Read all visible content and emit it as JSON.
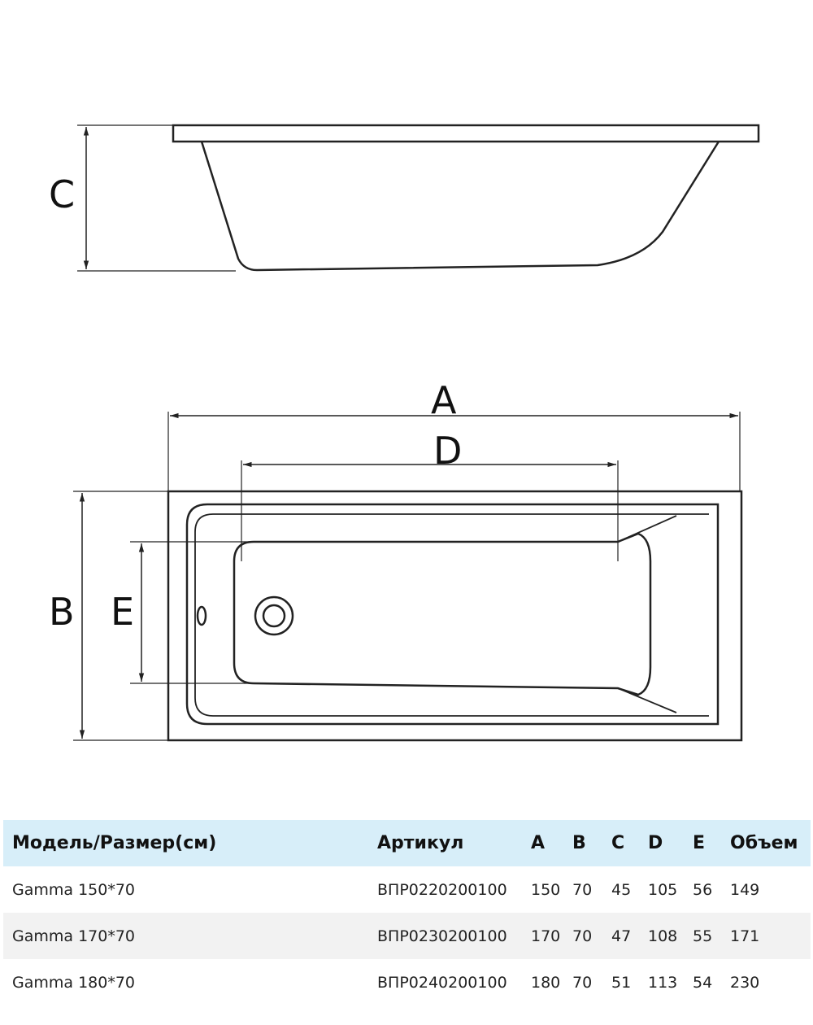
{
  "diagram": {
    "labels": {
      "a": "A",
      "b": "B",
      "c": "C",
      "d": "D",
      "e": "E"
    }
  },
  "table": {
    "headers": [
      "Модель/Размер(см)",
      "Артикул",
      "A",
      "B",
      "C",
      "D",
      "E",
      "Объем"
    ],
    "rows": [
      [
        "Gamma 150*70",
        "ВПР0220200100",
        "150",
        "70",
        "45",
        "105",
        "56",
        "149"
      ],
      [
        "Gamma 170*70",
        "ВПР0230200100",
        "170",
        "70",
        "47",
        "108",
        "55",
        "171"
      ],
      [
        "Gamma 180*70",
        "ВПР0240200100",
        "180",
        "70",
        "51",
        "113",
        "54",
        "230"
      ]
    ],
    "colors": {
      "header_bg": "#d7eef9",
      "alt_row_bg": "#f2f2f2"
    }
  }
}
